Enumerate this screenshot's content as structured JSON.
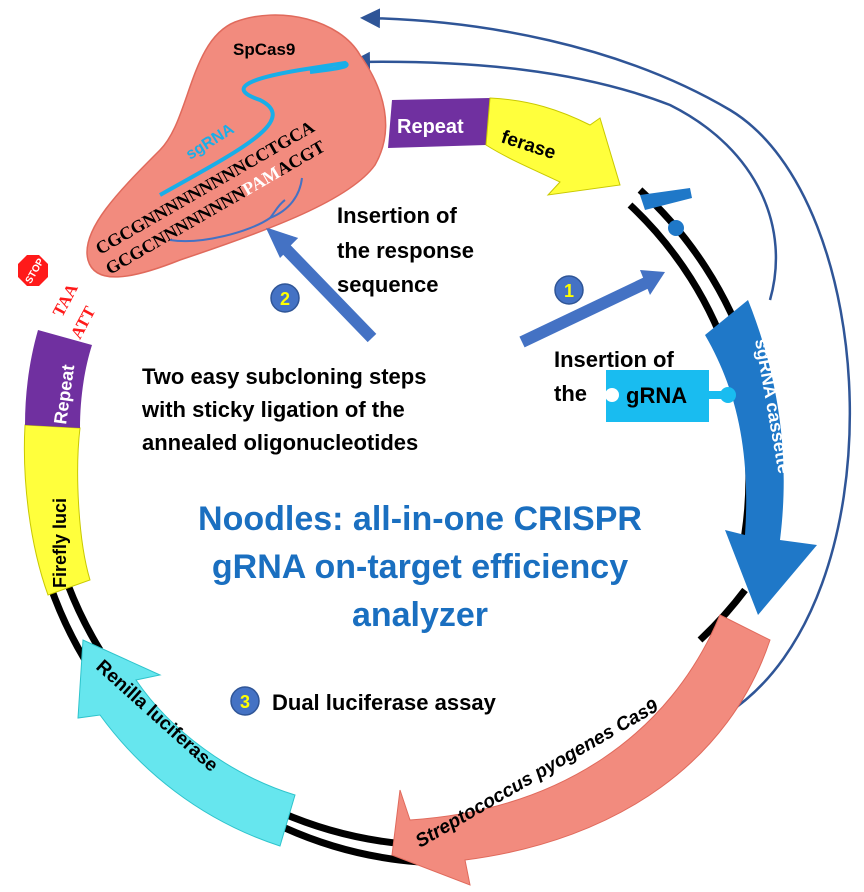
{
  "title": {
    "line1": "Noodles: all-in-one CRISPR",
    "line2": "gRNA on-target efficiency",
    "line3": "analyzer",
    "color": "#1a6fc0"
  },
  "protein": {
    "label": "SpCas9",
    "sgrna_label": "sgRNA",
    "seq_top": "CGCGNNNNNNNNNCCTGCA",
    "seq_bottom_a": "GCGCNNNNNNNN",
    "seq_bottom_pam": "PAM",
    "seq_bottom_b": "ACGT",
    "color": "#f28b7e"
  },
  "stop": {
    "sign": "STOP",
    "codon_top": "TAA",
    "codon_bottom": "ATT"
  },
  "segments": {
    "repeat_top": "Repeat",
    "ferase": "ferase",
    "sgrna_cassette": "sgRNA cassette",
    "spcas9": "Streptococcus pyogenes Cas9",
    "renilla": "Renilla luciferase",
    "firefly": "Firefly luci",
    "repeat_left": "Repeat"
  },
  "steps": {
    "step1_number": "1",
    "step1_text_a": "Insertion of",
    "step1_text_b": "the",
    "step1_piece": "gRNA",
    "step2_number": "2",
    "step2_text_1": "Insertion of",
    "step2_text_2": "the response",
    "step2_text_3": "sequence",
    "step3_number": "3",
    "step3_text": "Dual luciferase assay"
  },
  "description": {
    "line1": "Two easy subcloning steps",
    "line2": "with sticky ligation of the",
    "line3": "annealed oligonucleotides"
  },
  "colors": {
    "repeat": "#7030a0",
    "yellow": "#ffff3c",
    "cassette": "#1f78c8",
    "cyan": "#66e6ee",
    "arrow_blue": "#4472c4",
    "line_blue": "#2f5597"
  }
}
